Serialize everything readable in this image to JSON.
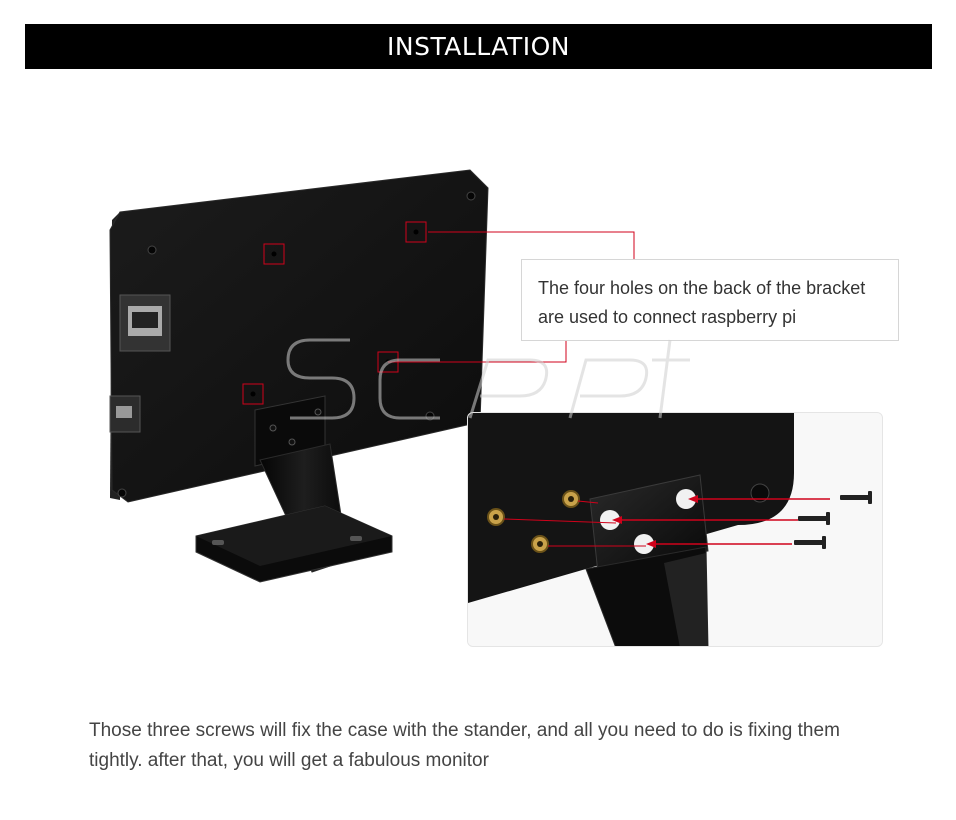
{
  "header": {
    "title": "INSTALLATION"
  },
  "callout": {
    "text_line1": "The four holes on the back of the bracket",
    "text_line2": "are used to connect raspberry pi"
  },
  "caption": {
    "text_line1": "Those three screws will fix the case with the stander, and all you need to do is fixing them",
    "text_line2": "tightly. after that, you will get a fabulous monitor"
  },
  "colors": {
    "banner_bg": "#000000",
    "banner_text": "#ffffff",
    "accent_red": "#d0021b",
    "case_black": "#151515"
  }
}
